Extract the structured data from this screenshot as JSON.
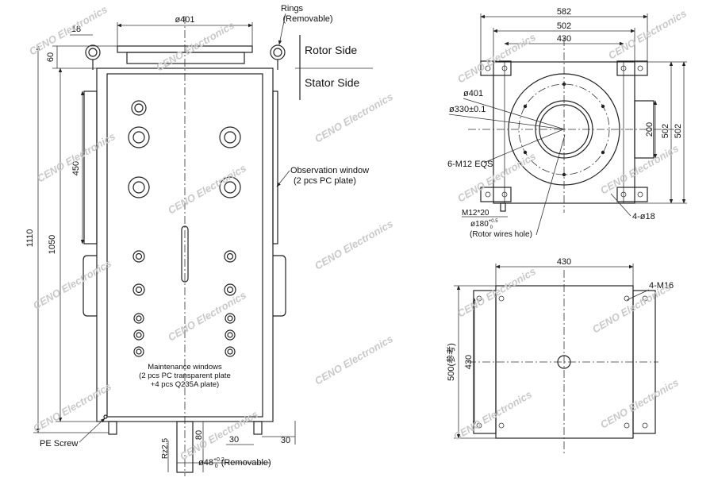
{
  "watermark": "CENO Electronics",
  "side_view": {
    "dim_top_width": "ø401",
    "dim_ring_offset": "18",
    "dim_top_height": "60",
    "dim_total_height": "1110",
    "dim_body_height": "1050",
    "dim_window_height": "450",
    "dim_base_height": "80",
    "dim_base_radius": "Rz2.5",
    "dim_foot_a": "30",
    "dim_foot_b": "30",
    "dim_shaft": "ø48",
    "dim_shaft_tol_upper": "+0.2",
    "dim_shaft_tol_lower": "0",
    "dim_shaft_note": "(Removable)",
    "rings_label_line1": "Rings",
    "rings_label_line2": "(Removable)",
    "rotor_side": "Rotor Side",
    "stator_side": "Stator Side",
    "observation_line1": "Observation window",
    "observation_line2": "(2 pcs PC plate)",
    "maintenance_line1": "Maintenance windows",
    "maintenance_line2": "(2 pcs PC transparent plate",
    "maintenance_line3": "+4 pcs Q235A plate)",
    "pe_screw": "PE Screw"
  },
  "top_view": {
    "dim_582": "582",
    "dim_502": "502",
    "dim_430": "430",
    "dim_401": "ø401",
    "dim_330": "ø330±0.1",
    "dim_holes": "6-M12 EQS",
    "dim_200": "200",
    "dim_502_v1": "502",
    "dim_502_v2": "502",
    "dim_m12": "M12*20",
    "dim_180": "ø180",
    "dim_180_tol_upper": "+0.5",
    "dim_180_tol_lower": "0",
    "rotor_wires": "(Rotor wires hole)",
    "dim_4_18": "4-ø18"
  },
  "bottom_view": {
    "dim_430_top": "430",
    "dim_4_m16": "4-M16",
    "dim_430_v": "430",
    "dim_500": "500(参考)"
  }
}
